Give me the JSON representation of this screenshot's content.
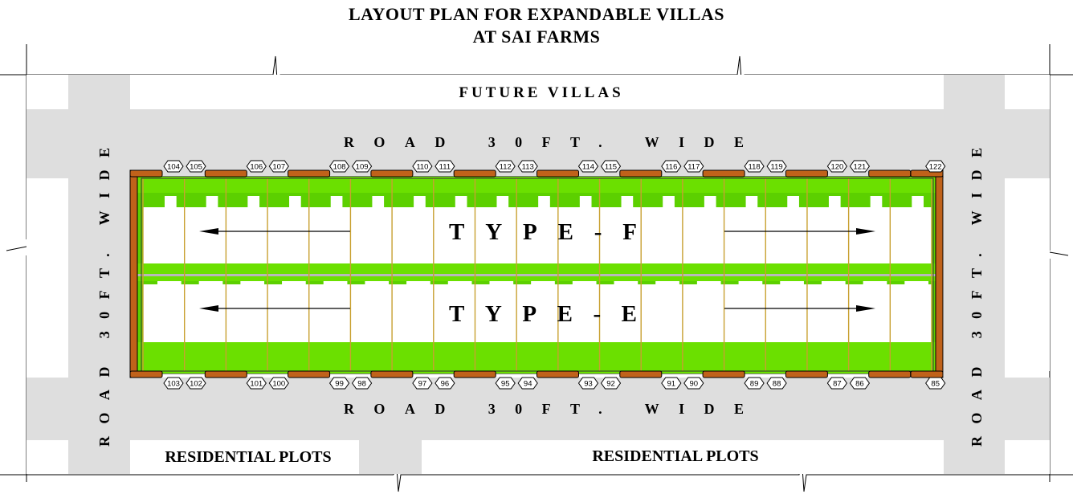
{
  "title": {
    "line1": "LAYOUT PLAN FOR EXPANDABLE VILLAS",
    "line2": "AT SAI FARMS"
  },
  "labels": {
    "future_villas": "FUTURE VILLAS",
    "road_top": "ROAD 30FT. WIDE",
    "road_bottom": "ROAD 30FT. WIDE",
    "road_left": "ROAD 30FT. WIDE",
    "road_right": "ROAD 30FT. WIDE",
    "residential_left": "RESIDENTIAL PLOTS",
    "residential_right": "RESIDENTIAL PLOTS",
    "type_top": "TYPE-F",
    "type_bottom": "TYPE-E"
  },
  "plots_top": [
    "104",
    "105",
    "106",
    "107",
    "108",
    "109",
    "110",
    "111",
    "112",
    "113",
    "114",
    "115",
    "116",
    "117",
    "118",
    "119",
    "120",
    "121",
    "122"
  ],
  "plots_bottom": [
    "103",
    "102",
    "101",
    "100",
    "99",
    "98",
    "97",
    "96",
    "95",
    "94",
    "93",
    "92",
    "91",
    "90",
    "89",
    "88",
    "87",
    "86",
    "85"
  ],
  "colors": {
    "road": "#dedede",
    "lawn": "#66dd00",
    "wall": "#c0621a",
    "unit_line": "#c8a030"
  }
}
